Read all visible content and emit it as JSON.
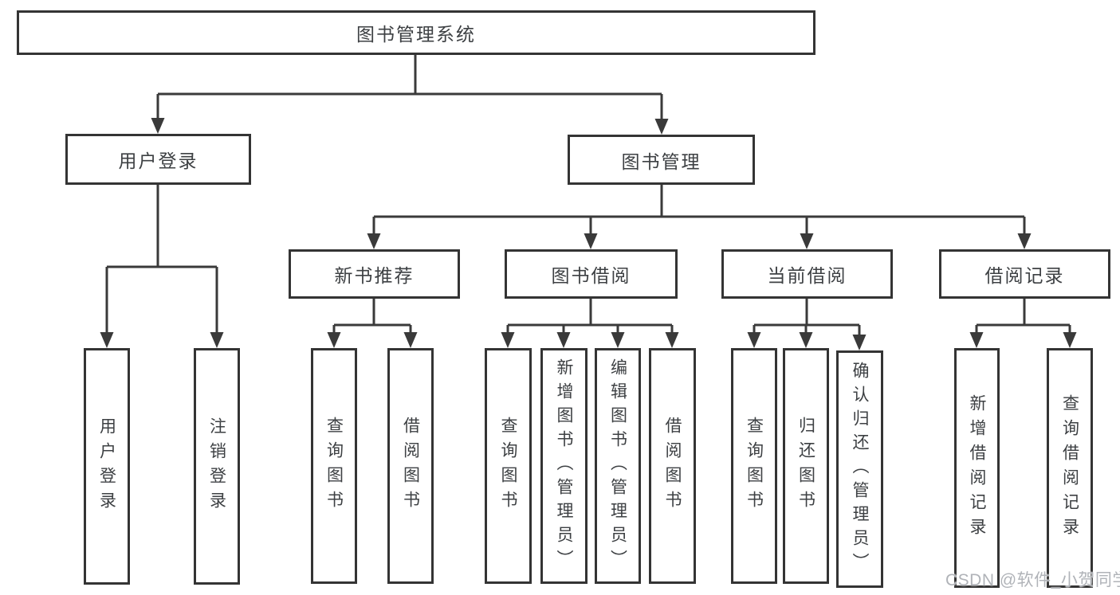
{
  "nodes": {
    "root": "图书管理系统",
    "level2": [
      "用户登录",
      "图书管理"
    ],
    "level3": [
      "新书推荐",
      "图书借阅",
      "当前借阅",
      "借阅记录"
    ],
    "login_children": [
      "用户登录",
      "注销登录"
    ],
    "recommend_children": [
      "查询图书",
      "借阅图书"
    ],
    "borrow_children": [
      "查询图书",
      "新增图书（管理员）",
      "编辑图书（管理员）",
      "借阅图书"
    ],
    "current_children": [
      "查询图书",
      "归还图书",
      "确认归还（管理员）"
    ],
    "records_children": [
      "新增借阅记录",
      "查询借阅记录"
    ]
  },
  "watermark": "CSDN @软件_小贺同学",
  "colors": {
    "line": "#3a3a3a",
    "box_border": "#343434",
    "box_fill": "#ffffff",
    "text": "#3d4043",
    "watermark": "#b0b3b8",
    "background": "#ffffff"
  }
}
